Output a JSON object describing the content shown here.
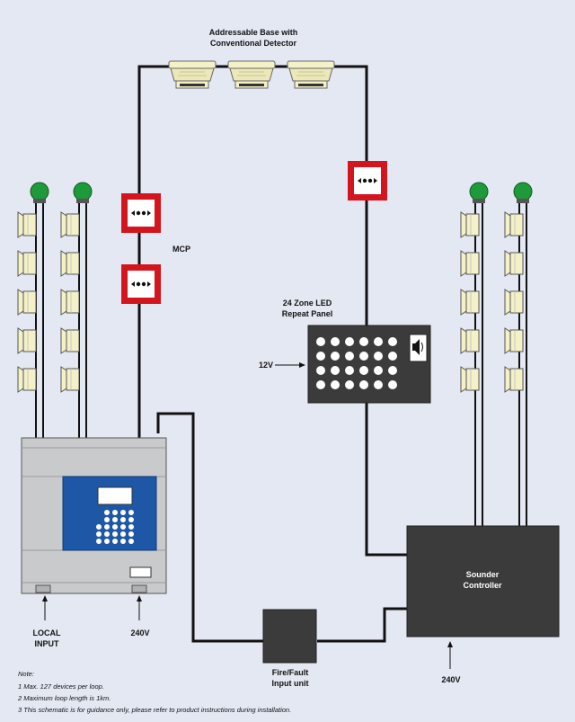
{
  "labels": {
    "base_line1": "Addressable Base with",
    "base_line2": "Conventional Detector",
    "mcp": "MCP",
    "repeat_line1": "24 Zone LED",
    "repeat_line2": "Repeat Panel",
    "v12": "12V",
    "local_line1": "LOCAL",
    "local_line2": "INPUT",
    "v240_panel": "240V",
    "fire_line1": "Fire/Fault",
    "fire_line2": "Input unit",
    "v240_sounder": "240V",
    "sounder_line1": "Sounder",
    "sounder_line2": "Controller"
  },
  "notes": {
    "title": "Note:",
    "items": [
      "1   Max. 127 devices per loop.",
      "2   Maximum loop length is 1km.",
      "3   This schematic is for guidance only, please refer to product instructions during installation."
    ]
  },
  "colors": {
    "background": "#e4e8f3",
    "wire": "#111111",
    "mcp_red": "#d3151d",
    "beacon_green": "#1e9a3a",
    "sounder_cream": "#f4f1c8",
    "panel_grey": "#c9cacc",
    "panel_blue": "#1d57a6",
    "dark_unit": "#3b3b3b"
  },
  "icons": {
    "mcp": "manual-call-point-icon",
    "detector": "smoke-detector-icon",
    "beacon": "beacon-icon",
    "sounder": "sounder-icon",
    "speaker": "speaker-icon"
  }
}
